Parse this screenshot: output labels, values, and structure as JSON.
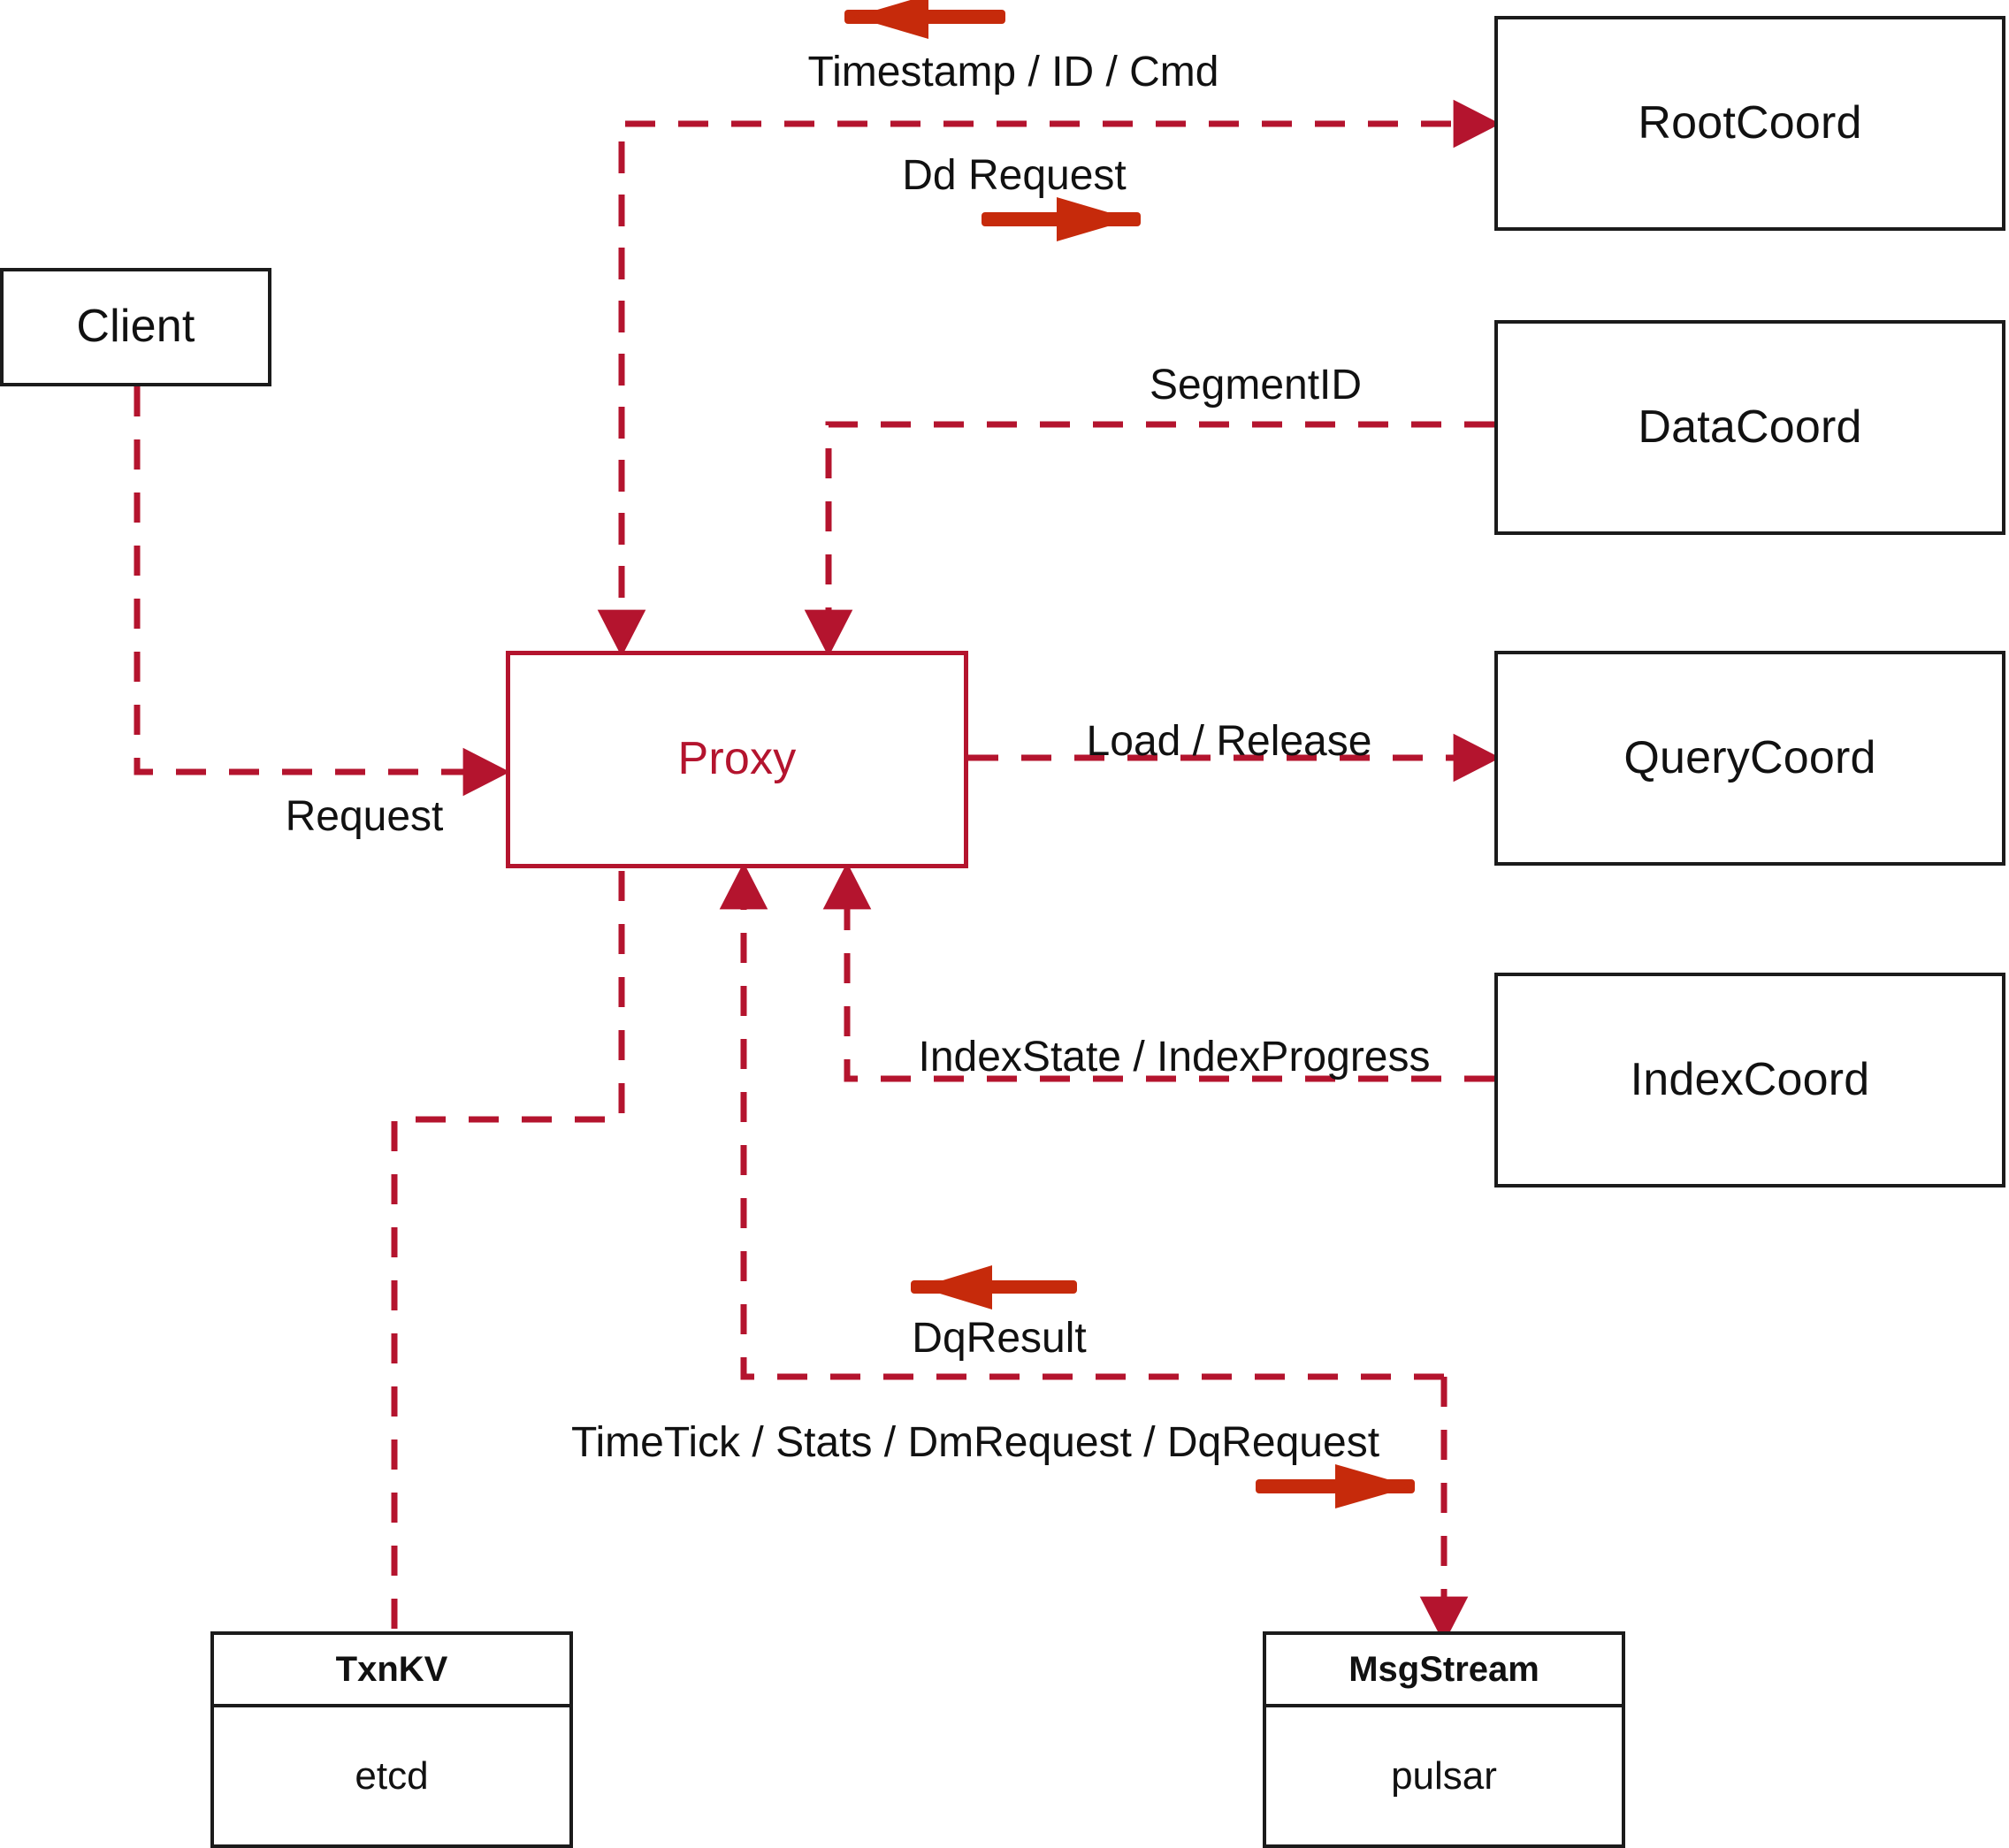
{
  "diagram": {
    "title": "Milvus Proxy component interaction diagram",
    "colors": {
      "dashed_line": "#b4142e",
      "solid_arrow": "#c62a0b",
      "node_border": "#1b1b1b",
      "proxy_border": "#b4142e",
      "proxy_text": "#b4142e",
      "label_text": "#111111",
      "background": "#ffffff"
    },
    "nodes": [
      {
        "id": "client",
        "label": "Client",
        "style": "black-box"
      },
      {
        "id": "proxy",
        "label": "Proxy",
        "style": "red-box"
      },
      {
        "id": "rootcoord",
        "label": "RootCoord",
        "style": "black-box"
      },
      {
        "id": "datacoord",
        "label": "DataCoord",
        "style": "black-box"
      },
      {
        "id": "querycoord",
        "label": "QueryCoord",
        "style": "black-box"
      },
      {
        "id": "indexcoord",
        "label": "IndexCoord",
        "style": "black-box"
      }
    ],
    "stack_nodes": [
      {
        "id": "txnkv",
        "header": "TxnKV",
        "body": "etcd"
      },
      {
        "id": "msgstream",
        "header": "MsgStream",
        "body": "pulsar"
      }
    ],
    "edge_labels": [
      {
        "id": "timestamp-id-cmd",
        "text": "Timestamp / ID / Cmd",
        "direction": "left",
        "from": "rootcoord",
        "to": "proxy"
      },
      {
        "id": "dd-request",
        "text": "Dd Request",
        "direction": "right",
        "from": "proxy",
        "to": "rootcoord"
      },
      {
        "id": "segmentid",
        "text": "SegmentID",
        "direction": "left",
        "from": "datacoord",
        "to": "proxy"
      },
      {
        "id": "load-release",
        "text": "Load / Release",
        "direction": "right",
        "from": "proxy",
        "to": "querycoord"
      },
      {
        "id": "request",
        "text": "Request",
        "direction": "right",
        "from": "client",
        "to": "proxy"
      },
      {
        "id": "index-state",
        "text": "IndexState / IndexProgress",
        "direction": "left",
        "from": "indexcoord",
        "to": "proxy"
      },
      {
        "id": "dq-result",
        "text": "DqResult",
        "direction": "left",
        "from": "msgstream",
        "to": "proxy"
      },
      {
        "id": "timetick-stats",
        "text": "TimeTick / Stats / DmRequest / DqRequest",
        "direction": "right",
        "from": "proxy",
        "to": "msgstream"
      }
    ]
  }
}
